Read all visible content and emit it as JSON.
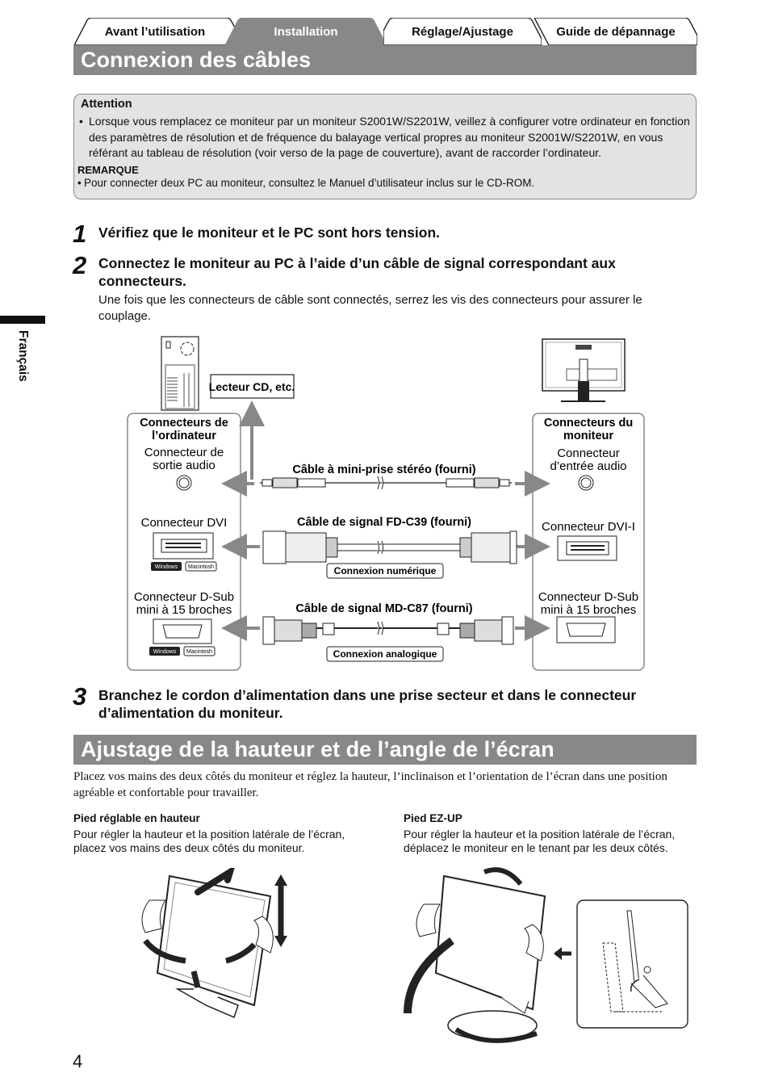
{
  "tabs": [
    {
      "label": "Avant l’utilisation",
      "active": false
    },
    {
      "label": "Installation",
      "active": true
    },
    {
      "label": "Réglage/Ajustage",
      "active": false
    },
    {
      "label": "Guide de dépannage",
      "active": false
    }
  ],
  "section1_title": "Connexion des câbles",
  "attention": {
    "heading": "Attention",
    "item": "Lorsque vous remplacez ce moniteur par un moniteur S2001W/S2201W, veillez à configurer votre ordinateur en fonction des paramètres de résolution et de fréquence du balayage vertical propres au moniteur S2001W/S2201W, en vous référant au tableau de résolution (voir verso de la page de couverture), avant de raccorder l’ordinateur.",
    "remark_heading": "REMARQUE",
    "remark_item": "Pour connecter deux PC au moniteur, consultez le Manuel d’utilisateur inclus sur le CD-ROM."
  },
  "steps": [
    {
      "num": "1",
      "text": "Vérifiez que le moniteur et le PC sont hors tension."
    },
    {
      "num": "2",
      "text": "Connectez le moniteur au PC à l’aide d’un câble de signal correspondant aux connecteurs.",
      "desc": "Une fois que les connecteurs de câble sont connectés, serrez les vis des connecteurs pour assurer le couplage."
    },
    {
      "num": "3",
      "text": "Branchez le cordon d’alimentation dans une prise secteur et dans le connecteur d’alimentation du moniteur."
    }
  ],
  "side_label": "Français",
  "diagram": {
    "cd_label": "Lecteur CD, etc.",
    "pc_title": "Connecteurs de l’ordinateur",
    "pc_audio": "Connecteur de sortie audio",
    "pc_dvi": "Connecteur DVI",
    "pc_dsub": "Connecteur D-Sub mini à 15 broches",
    "monitor_title": "Connecteurs du moniteur",
    "mon_audio": "Connecteur d’entrée audio",
    "mon_dvi": "Connecteur DVI-I",
    "mon_dsub": "Connecteur D-Sub mini à 15 broches",
    "cable_audio": "Câble à mini-prise stéréo (fourni)",
    "cable_dvi": "Câble de signal FD-C39 (fourni)",
    "cable_dsub": "Câble de signal MD-C87 (fourni)",
    "digital": "Connexion numérique",
    "analog": "Connexion analogique",
    "windows": "Windows",
    "macintosh": "Macintosh"
  },
  "section2_title": "Ajustage de la hauteur et de l’angle de l’écran",
  "section2_text": "Placez vos mains des deux côtés du moniteur et réglez la hauteur, l’inclinaison et l’orientation de l’écran dans une position agréable et confortable pour travailler.",
  "left_col": {
    "heading": "Pied réglable en hauteur",
    "text": "Pour régler la hauteur et la position latérale de l’écran, placez vos mains des deux côtés du moniteur."
  },
  "right_col": {
    "heading": "Pied EZ-UP",
    "text": "Pour régler la hauteur et la position latérale de l’écran, déplacez le moniteur en le tenant par les deux côtés."
  },
  "page_number": "4"
}
